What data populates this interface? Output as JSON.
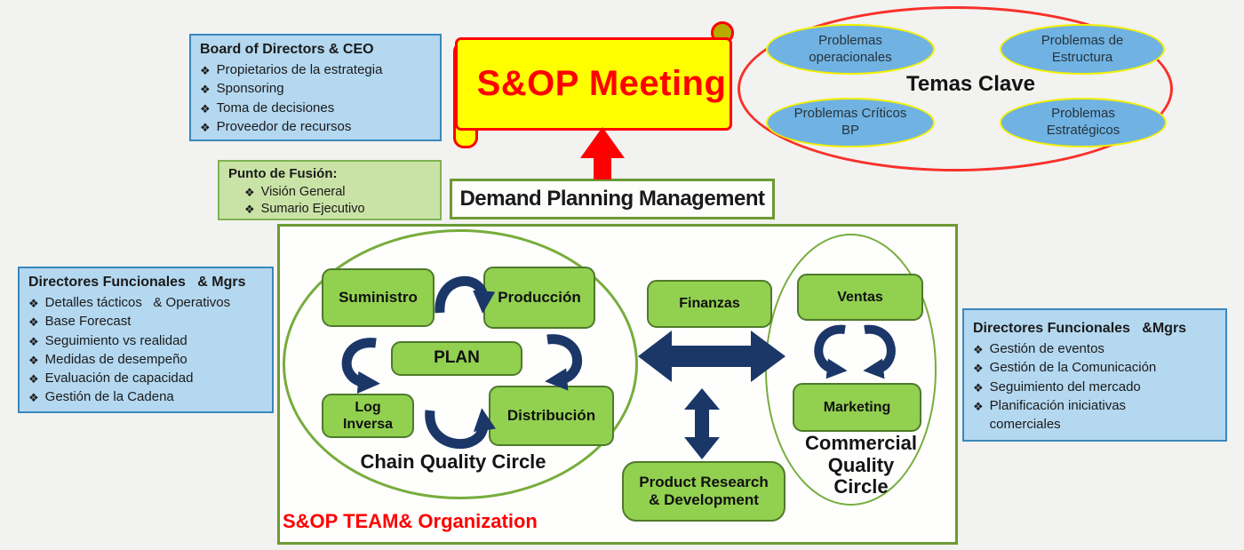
{
  "colors": {
    "background": "#f2f2f0",
    "panel_blue_fill": "#b4d8f0",
    "panel_blue_border": "#3a87bd",
    "topic_blue_fill": "#70b2e2",
    "topic_yellow_border": "#f3f000",
    "node_green_fill": "#92d050",
    "node_green_border": "#4e7a2a",
    "light_green_fill": "#c9e3a6",
    "diagram_green_border": "#6c9a34",
    "ellipse_green_border": "#77ad3c",
    "navy_arrow": "#1b3768",
    "accent_red": "#fe0000",
    "banner_yellow": "#ffff00"
  },
  "board_box": {
    "title": "Board of Directors & CEO",
    "items": [
      "Propietarios de la estrategia",
      "Sponsoring",
      "Toma de decisiones",
      "Proveedor de recursos"
    ]
  },
  "banner": {
    "label": "S&OP Meeting"
  },
  "temas": {
    "title": "Temas Clave",
    "items": [
      "Problemas operacionales",
      "Problemas de Estructura",
      "Problemas Críticos BP",
      "Problemas Estratégicos"
    ]
  },
  "punto_fusion": {
    "title": "Punto de Fusión:",
    "items": [
      "Visión General",
      "Sumario Ejecutivo"
    ]
  },
  "demand": {
    "label": "Demand Planning Management"
  },
  "left_panel": {
    "title": "Directores Funcionales   & Mgrs",
    "items": [
      "Detalles tácticos   & Operativos",
      "Base Forecast",
      "Seguimiento vs realidad",
      "Medidas de desempeño",
      "Evaluación de capacidad",
      "Gestión de la Cadena"
    ]
  },
  "right_panel": {
    "title": "Directores Funcionales   &Mgrs",
    "items": [
      "Gestión de eventos",
      "Gestión de la Comunicación",
      "Seguimiento del mercado",
      "Planificación iniciativas comerciales"
    ]
  },
  "team": {
    "caption": "S&OP TEAM& Organization",
    "chain_label": "Chain Quality Circle",
    "commercial_label": "Commercial\nQuality\nCircle",
    "nodes": {
      "suministro": "Suministro",
      "produccion": "Producción",
      "plan": "PLAN",
      "log_inversa": "Log\nInversa",
      "distribucion": "Distribución",
      "finanzas": "Finanzas",
      "ventas": "Ventas",
      "marketing": "Marketing",
      "prd": "Product Research\n& Development"
    }
  }
}
